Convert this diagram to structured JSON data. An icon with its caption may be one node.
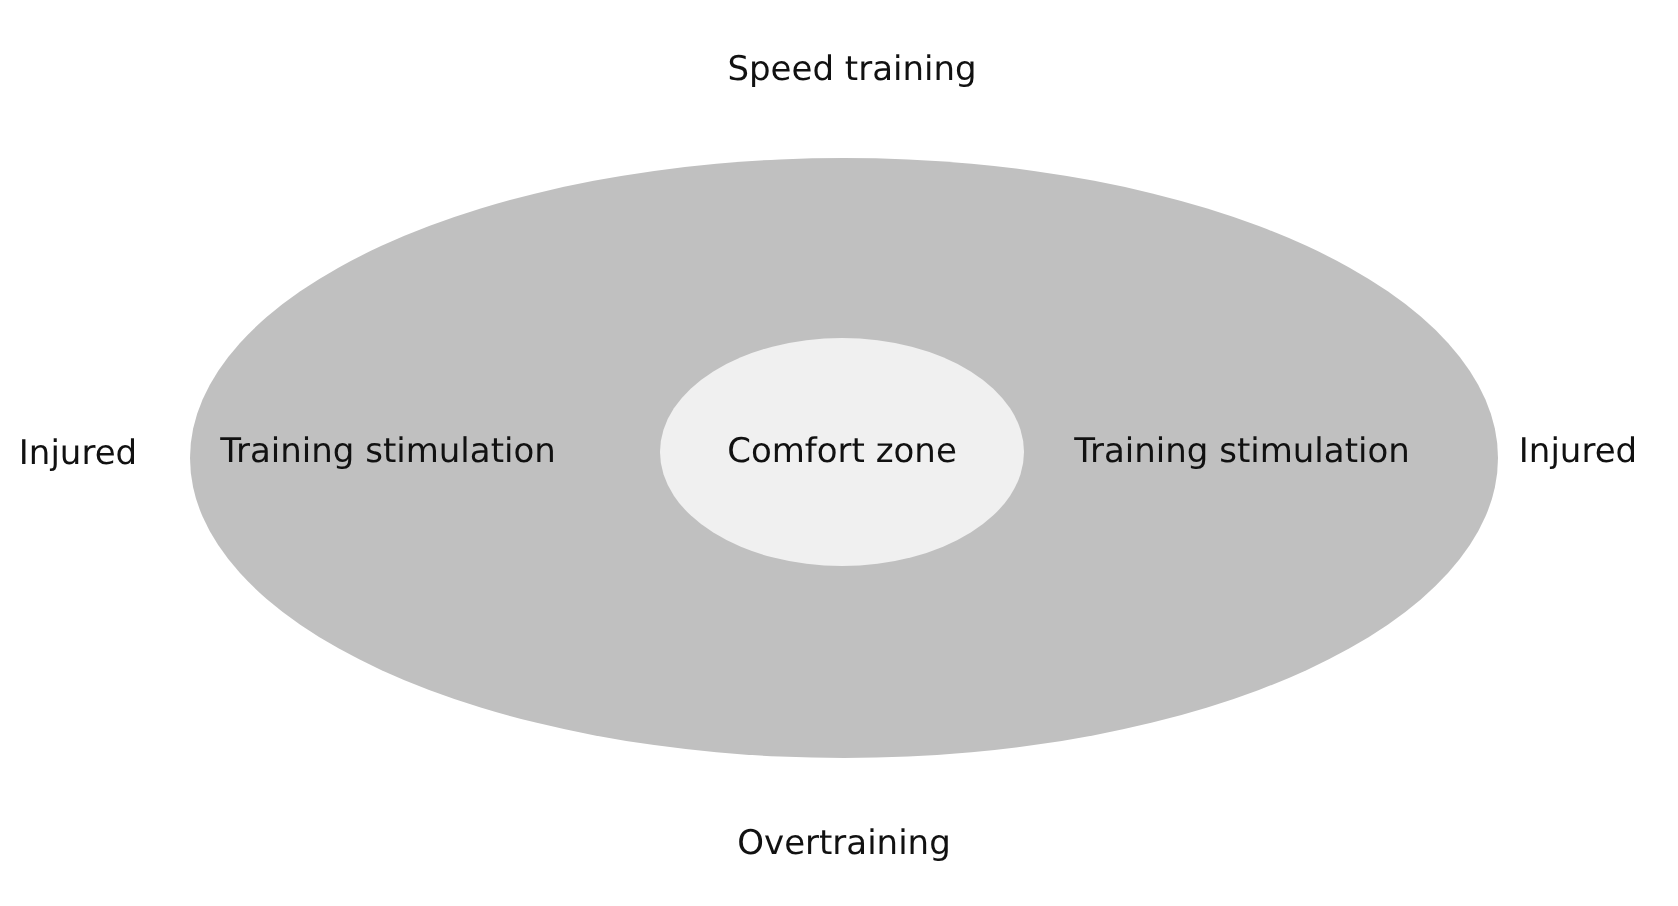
{
  "diagram": {
    "nodes": [
      {
        "text": [
          "Training stimulation",
          "Training stimulation"
        ]
      },
      {
        "text": [
          "Comfort zone"
        ],
        "in": 0
      }
    ],
    "labels": [
      "Speed training",
      "Injured",
      "Injured",
      "Overtraining"
    ]
  }
}
